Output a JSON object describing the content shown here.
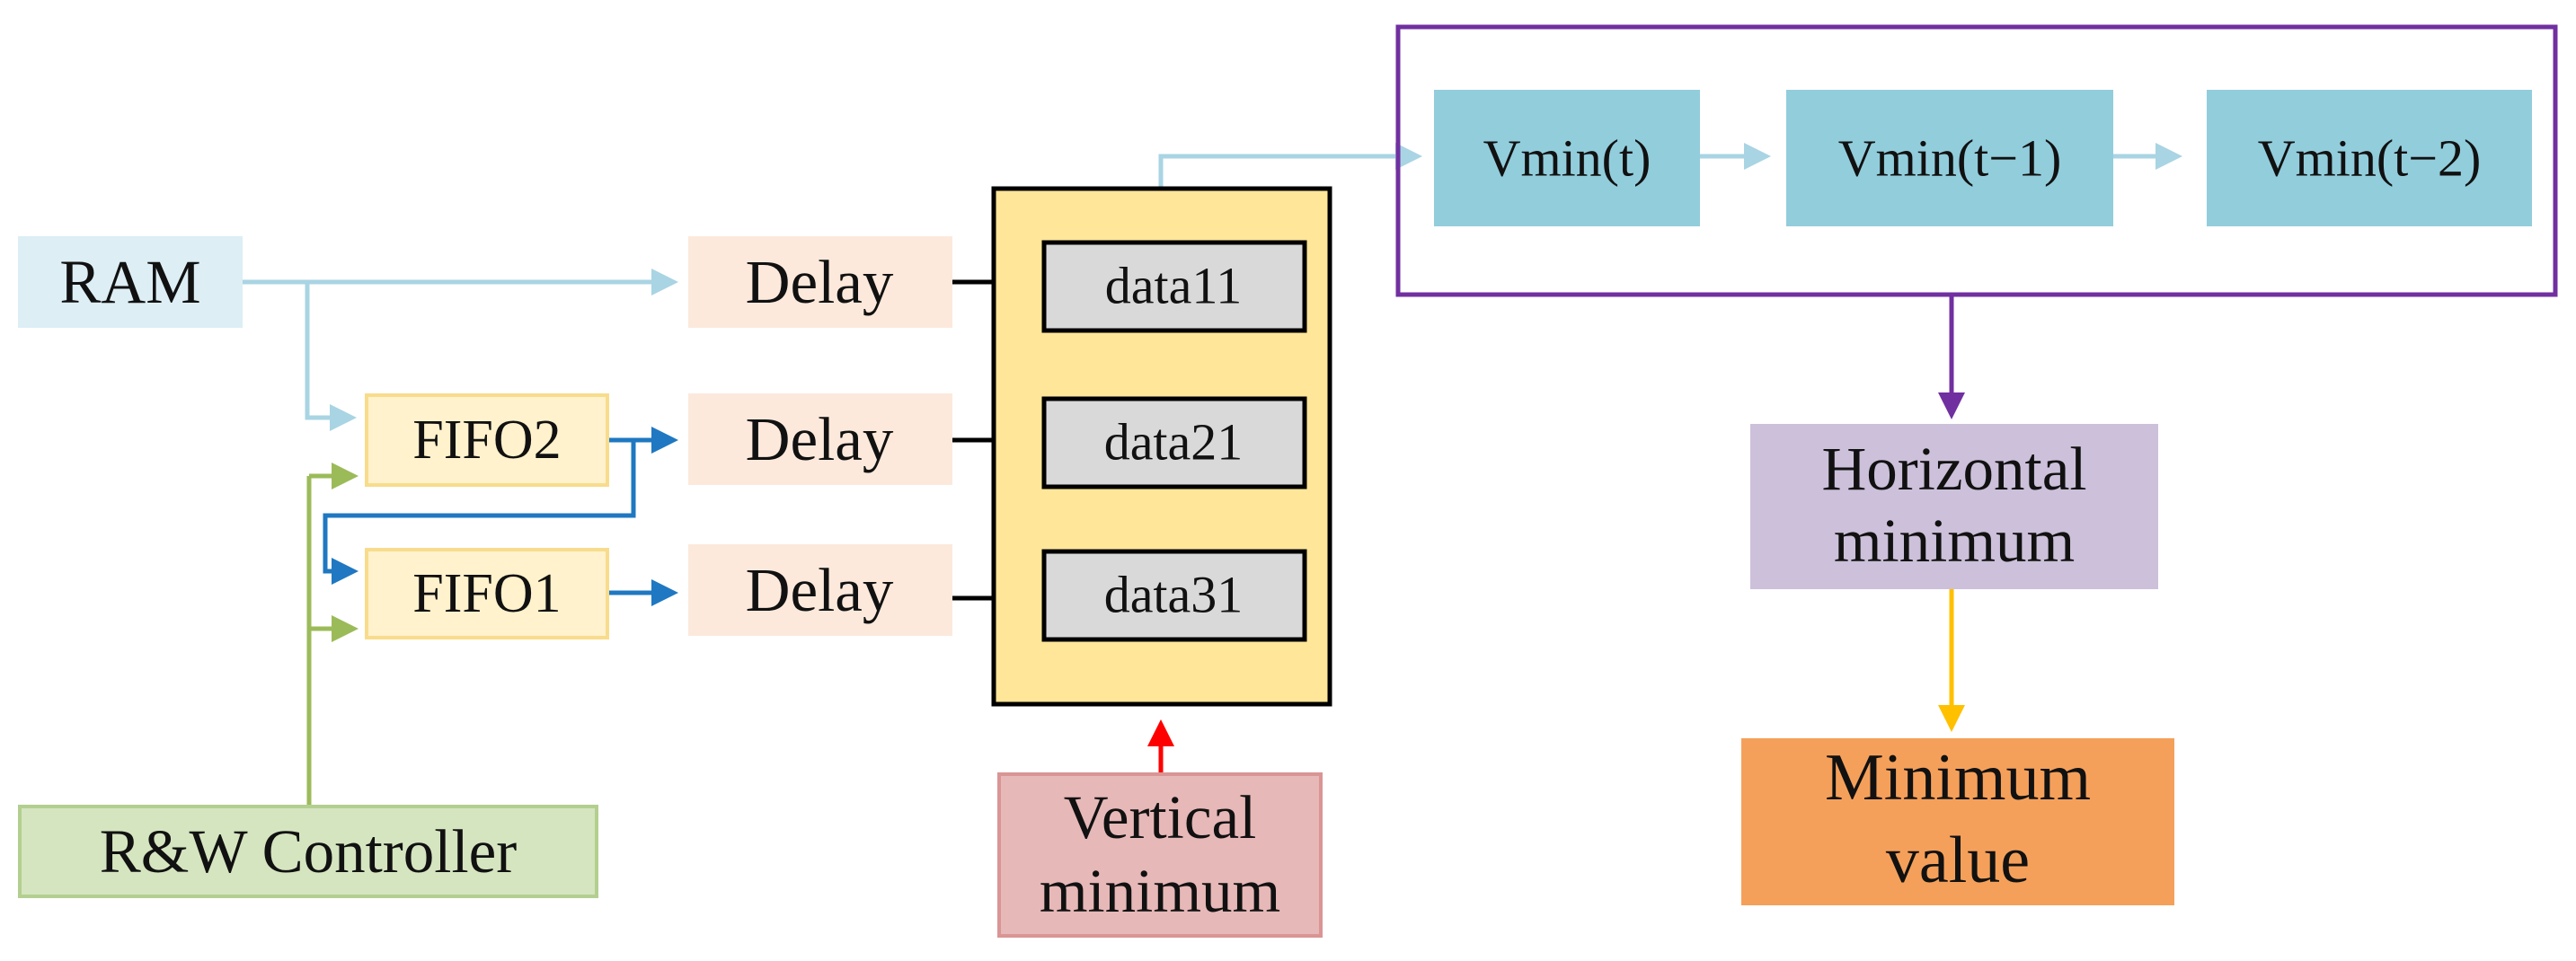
{
  "blocks": {
    "ram": "RAM",
    "fifo2": "FIFO2",
    "fifo1": "FIFO1",
    "controller": "R&W Controller",
    "delay1": "Delay",
    "delay2": "Delay",
    "delay3": "Delay",
    "data11": "data11",
    "data21": "data21",
    "data31": "data31",
    "vertical_min_line1": "Vertical",
    "vertical_min_line2": "minimum",
    "vmin_t": "Vmin(t)",
    "vmin_t1": "Vmin(t−1)",
    "vmin_t2": "Vmin(t−2)",
    "horizontal_min_line1": "Horizontal",
    "horizontal_min_line2": "minimum",
    "min_value_line1": "Minimum",
    "min_value_line2": "value"
  },
  "colors": {
    "ram_fill": "#ddeef5",
    "fifo_fill": "#fff2cc",
    "fifo_stroke": "#f8dc8c",
    "controller_fill": "#d5e5c0",
    "controller_stroke": "#b3cf8f",
    "delay_fill": "#fce9dc",
    "data_fill": "#d9d9d9",
    "register_fill": "#ffe699",
    "vertical_fill": "#e6b8b7",
    "vertical_stroke": "#d99594",
    "vmin_fill": "#92cddc",
    "purple": "#7030a0",
    "horizontal_fill": "#ccc0da",
    "min_fill": "#f5a05a",
    "arrow_lightblue": "#a9d4e3",
    "arrow_blue": "#1f78c1",
    "arrow_green": "#9bbb59",
    "arrow_black": "#000000",
    "arrow_red": "#ff0000",
    "arrow_yellow": "#ffc000"
  }
}
